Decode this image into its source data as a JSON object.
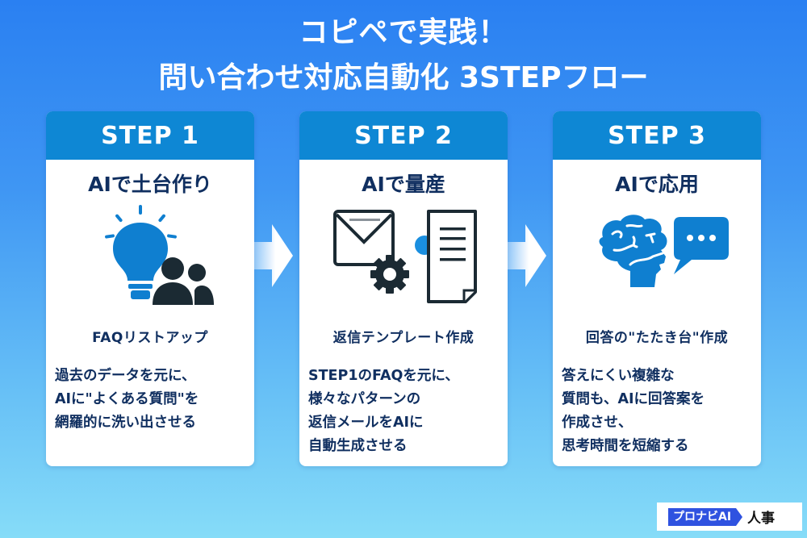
{
  "title": {
    "line1": "コピペで実践！",
    "line2": "問い合わせ対応自動化 3STEPフロー"
  },
  "colors": {
    "background_top": "#2a80f2",
    "background_bottom": "#86dcf8",
    "card_header": "#0e87d4",
    "text_navy": "#102f60",
    "icon_blue": "#0f7fd0",
    "icon_dark": "#1b2a33",
    "brand_blue": "#2f52e0"
  },
  "steps": [
    {
      "label": "STEP 1",
      "heading": "AIで土台作り",
      "icon": "lightbulb-people-icon",
      "subheading": "FAQリストアップ",
      "description": [
        "過去のデータを元に、",
        "AIに\"よくある質問\"を",
        "網羅的に洗い出させる"
      ]
    },
    {
      "label": "STEP 2",
      "heading": "AIで量産",
      "icon": "mail-gear-document-icon",
      "subheading": "返信テンプレート作成",
      "description": [
        "STEP1のFAQを元に、",
        "様々なパターンの",
        "返信メールをAIに",
        "自動生成させる"
      ]
    },
    {
      "label": "STEP 3",
      "heading": "AIで応用",
      "icon": "brain-speech-bubble-icon",
      "subheading": "回答の\"たたき台\"作成",
      "description": [
        "答えにくい複雑な",
        "質問も、AIに回答案を",
        "作成させ、",
        "思考時間を短縮する"
      ]
    }
  ],
  "brand": {
    "tag": "プロナビAI",
    "text": "人事"
  }
}
